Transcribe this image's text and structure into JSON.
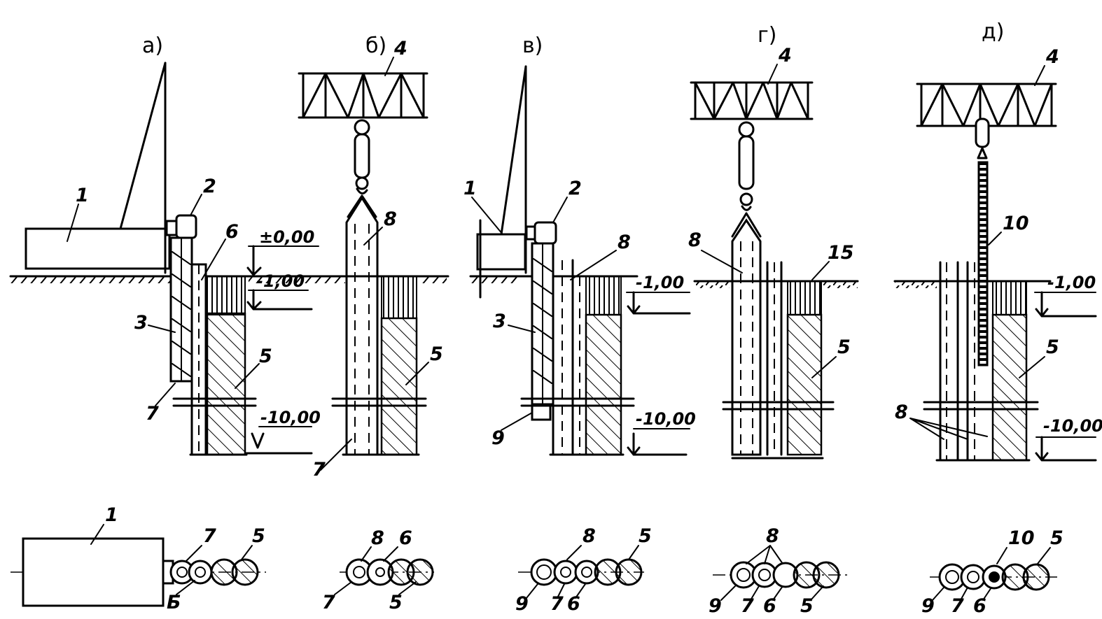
{
  "panels": [
    {
      "label": "а)"
    },
    {
      "label": "б)"
    },
    {
      "label": "в)"
    },
    {
      "label": "г)"
    },
    {
      "label": "д)"
    }
  ],
  "callouts": {
    "n1": "1",
    "n2": "2",
    "n3": "3",
    "n4": "4",
    "n5": "5",
    "n6": "6",
    "n7": "7",
    "n8": "8",
    "n9": "9",
    "n10": "10",
    "n15": "15",
    "nB": "Б"
  },
  "levels": {
    "zero": "±0,00",
    "minus1": "-1,00",
    "minus10": "-10,00"
  },
  "colors": {
    "ink": "#000000",
    "paper": "#ffffff"
  }
}
